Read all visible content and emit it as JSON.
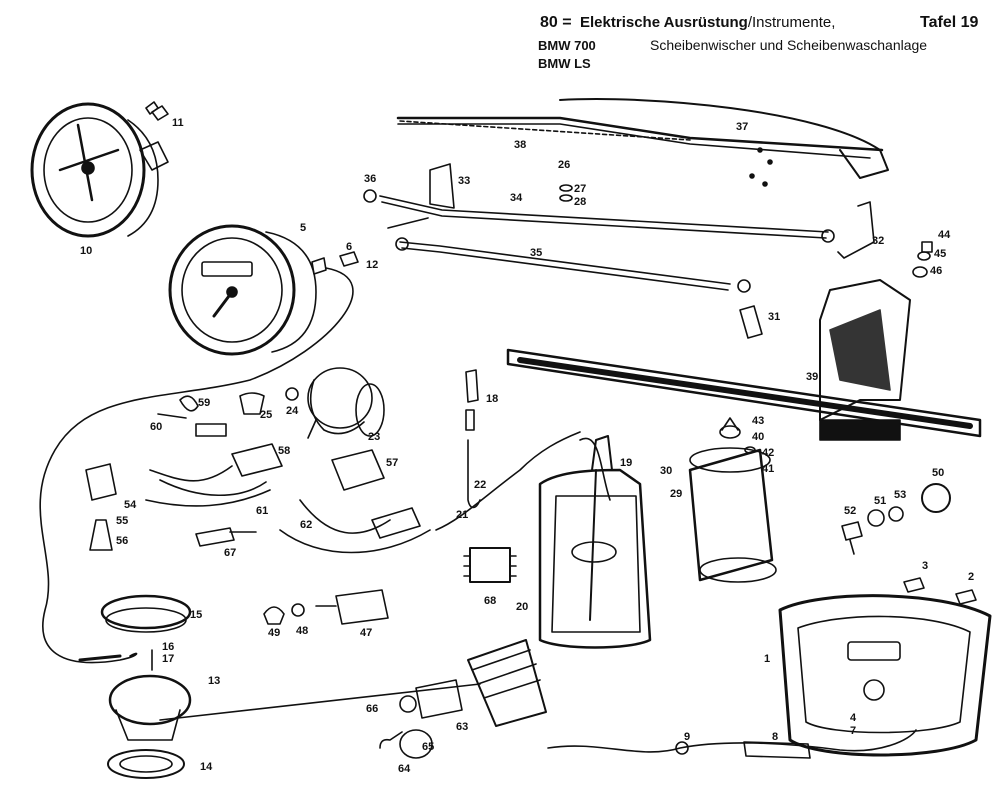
{
  "header": {
    "group_number": "80",
    "group_title": "Elektrische Ausrüstung",
    "group_title_rest": "/Instrumente,",
    "group_title_line2": "Scheibenwischer und Scheibenwaschanlage",
    "plate": "Tafel 19",
    "models": [
      "BMW 700",
      "BMW LS"
    ]
  },
  "part_labels": [
    "1",
    "2",
    "3",
    "4",
    "5",
    "6",
    "7",
    "8",
    "9",
    "10",
    "11",
    "12",
    "13",
    "14",
    "15",
    "16",
    "17",
    "18",
    "19",
    "20",
    "21",
    "22",
    "23",
    "24",
    "25",
    "26",
    "27",
    "28",
    "29",
    "30",
    "31",
    "32",
    "33",
    "34",
    "35",
    "36",
    "37",
    "38",
    "39",
    "40",
    "41",
    "42",
    "43",
    "44",
    "45",
    "46",
    "47",
    "48",
    "49",
    "50",
    "51",
    "52",
    "53",
    "54",
    "55",
    "56",
    "57",
    "58",
    "59",
    "60",
    "61",
    "62",
    "63",
    "64",
    "65",
    "66",
    "67",
    "68"
  ]
}
